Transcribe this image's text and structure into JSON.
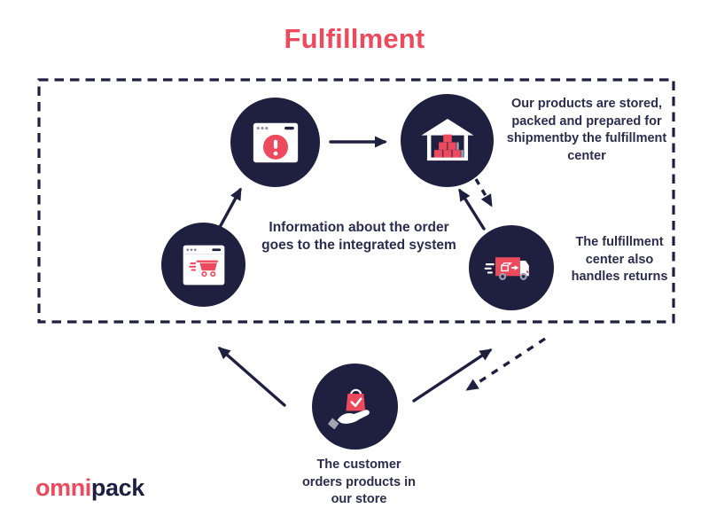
{
  "title": "Fulfillment",
  "logo": {
    "prefix": "omni",
    "suffix": "pack"
  },
  "colors": {
    "navy": "#1f2040",
    "red": "#ee4a5e",
    "text_navy": "#2b2d4f",
    "gray": "#a2a4b4",
    "white": "#ffffff"
  },
  "captions": {
    "stored": "Our products are stored, packed and prepared for shipmentby the fulfillment center",
    "integrated": "Information about the order goes to the integrated system",
    "returns": "The fulfillment center also handles returns",
    "customer": "The customer orders products in our store"
  },
  "icons": {
    "order_system": "alert-browser-icon",
    "warehouse": "warehouse-boxes-icon",
    "store": "cart-browser-icon",
    "delivery": "truck-icon",
    "customer": "hand-bag-icon"
  },
  "arrows": [
    {
      "from": "store",
      "to": "order_system",
      "style": "solid"
    },
    {
      "from": "order_system",
      "to": "warehouse",
      "style": "solid"
    },
    {
      "from": "delivery",
      "to": "warehouse",
      "style": "solid"
    },
    {
      "from": "warehouse",
      "to": "delivery",
      "style": "dashed"
    },
    {
      "from": "customer",
      "to": "store",
      "style": "solid"
    },
    {
      "from": "customer",
      "to": "delivery",
      "style": "solid"
    },
    {
      "from": "delivery",
      "to": "customer",
      "style": "dashed"
    }
  ]
}
